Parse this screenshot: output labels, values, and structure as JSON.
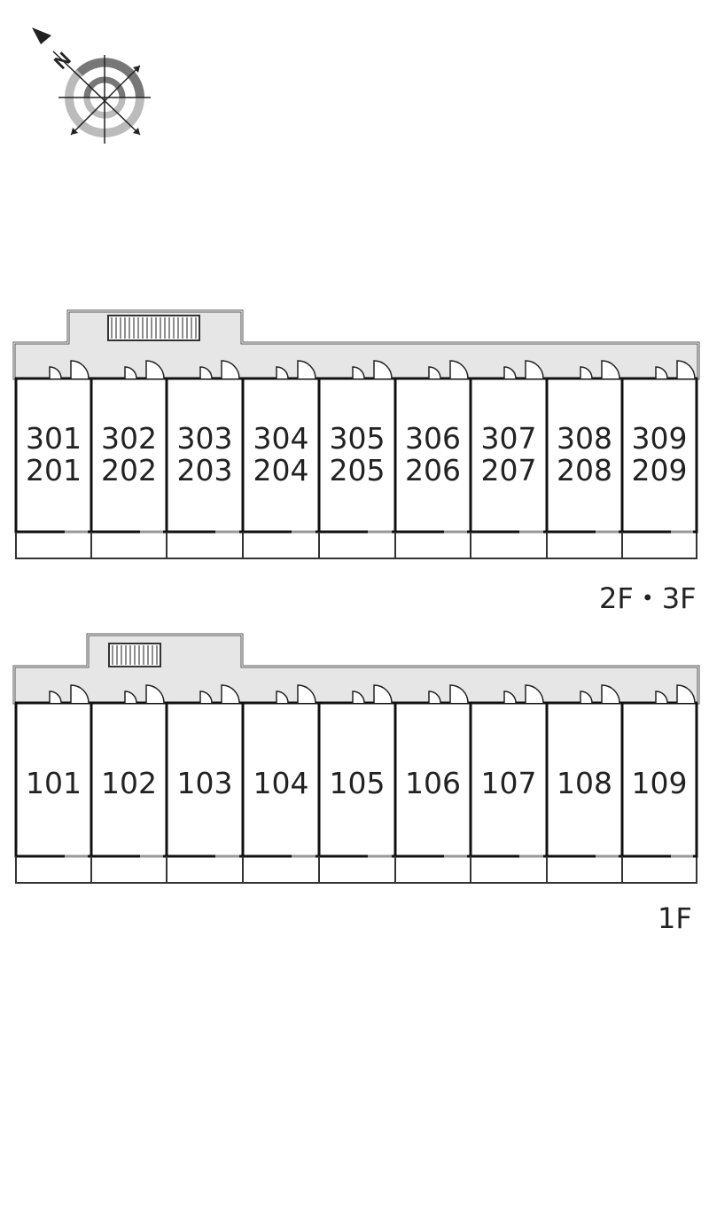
{
  "compass": {
    "north_label": "N"
  },
  "upper_plan": {
    "floor_label": "2F・3F",
    "units": [
      {
        "top": "301",
        "bottom": "201"
      },
      {
        "top": "302",
        "bottom": "202"
      },
      {
        "top": "303",
        "bottom": "203"
      },
      {
        "top": "304",
        "bottom": "204"
      },
      {
        "top": "305",
        "bottom": "205"
      },
      {
        "top": "306",
        "bottom": "206"
      },
      {
        "top": "307",
        "bottom": "207"
      },
      {
        "top": "308",
        "bottom": "208"
      },
      {
        "top": "309",
        "bottom": "209"
      }
    ]
  },
  "lower_plan": {
    "floor_label": "1F",
    "units": [
      "101",
      "102",
      "103",
      "104",
      "105",
      "106",
      "107",
      "108",
      "109"
    ]
  },
  "colors": {
    "corridor": "#e6e6e6",
    "wall": "#111111",
    "compass_dark": "#777777",
    "compass_light": "#bbbbbb"
  }
}
